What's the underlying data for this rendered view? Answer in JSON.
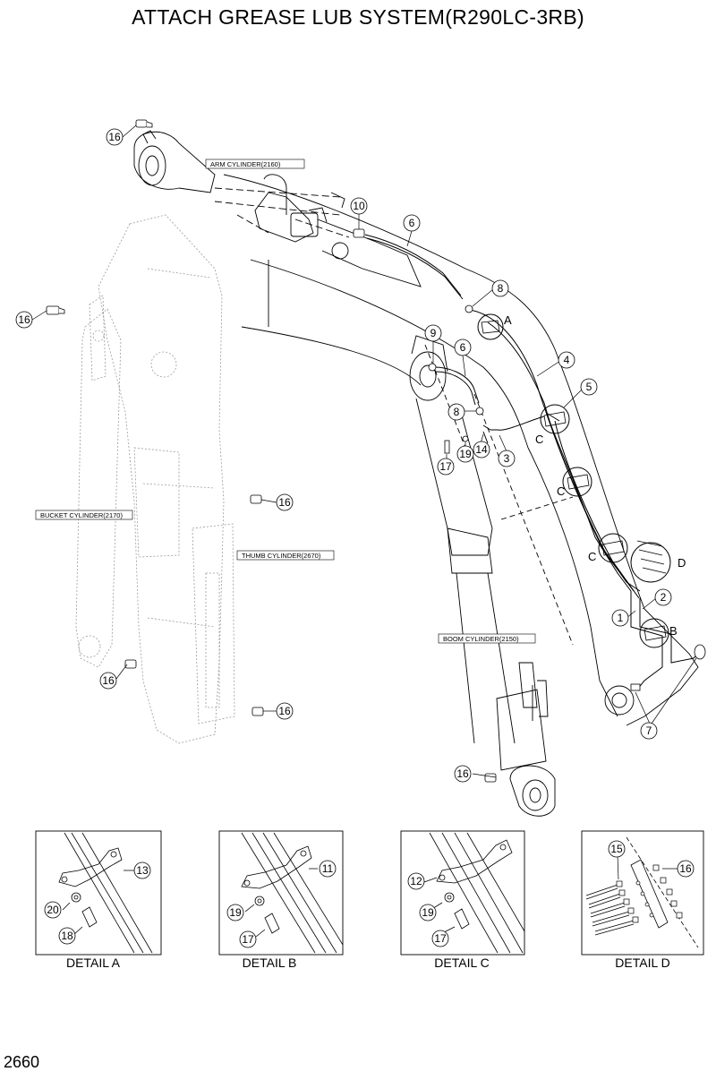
{
  "title": "ATTACH GREASE LUB SYSTEM(R290LC-3RB)",
  "page_number": "2660",
  "cylinder_labels": {
    "arm": "ARM CYLINDER(2160)",
    "bucket": "BUCKET CYLINDER(2170)",
    "thumb": "THUMB CYLINDER(2670)",
    "boom": "BOOM CYLINDER(2150)"
  },
  "callouts": {
    "c16_top": "16",
    "c16_left": "16",
    "c16_mid": "16",
    "c16_low": "16",
    "c16_low2": "16",
    "c16_boom": "16",
    "c10": "10",
    "c6_top": "6",
    "c8_top": "8",
    "c9": "9",
    "c6_mid": "6",
    "c8_mid": "8",
    "c4": "4",
    "c5": "5",
    "c17": "17",
    "c19": "19",
    "c14": "14",
    "c3": "3",
    "c2": "2",
    "c1": "1",
    "c7": "7"
  },
  "detail_letters": {
    "a": "A",
    "b": "B",
    "c1": "C",
    "c2": "C",
    "c3": "C",
    "d": "D"
  },
  "details": {
    "a": {
      "caption": "DETAIL  A",
      "n1": "13",
      "n2": "20",
      "n3": "18"
    },
    "b": {
      "caption": "DETAIL  B",
      "n1": "11",
      "n2": "19",
      "n3": "17"
    },
    "c": {
      "caption": "DETAIL  C",
      "n1": "12",
      "n2": "19",
      "n3": "17"
    },
    "d": {
      "caption": "DETAIL  D",
      "n1": "15",
      "n2": "16"
    }
  }
}
